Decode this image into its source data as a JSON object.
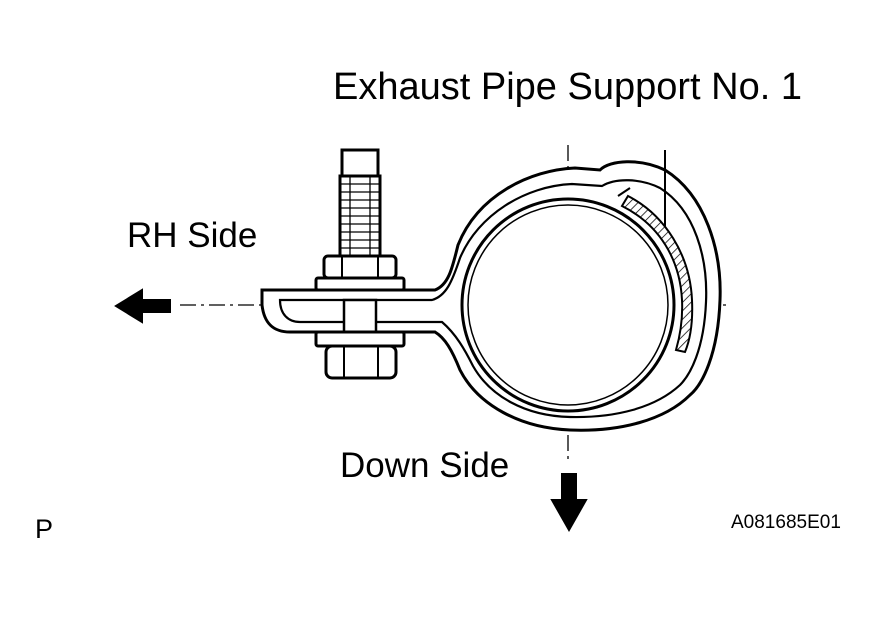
{
  "diagram": {
    "part_label": "Exhaust Pipe Support No. 1",
    "direction_rh": "RH Side",
    "direction_down": "Down Side",
    "view_marker": "P",
    "figure_code": "A081685E01"
  }
}
